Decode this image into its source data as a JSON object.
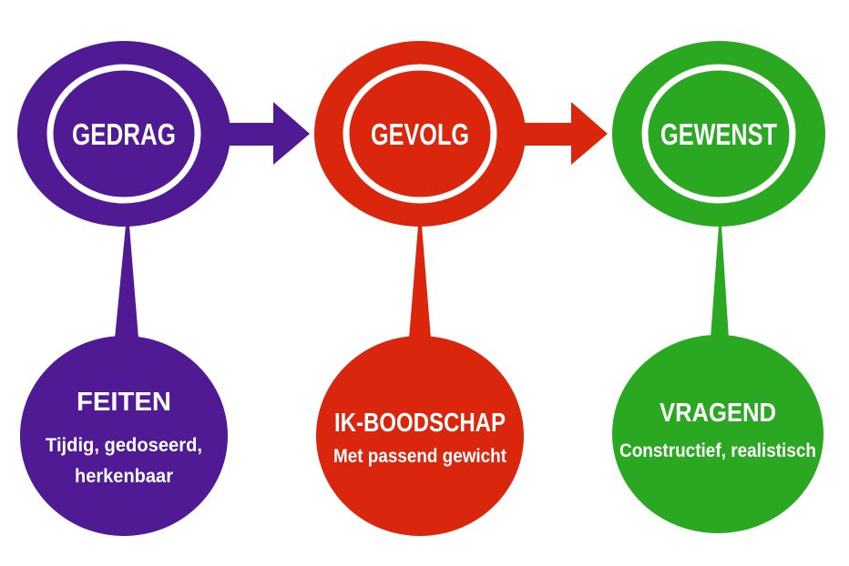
{
  "colors": {
    "purple": "#4f1a94",
    "red": "#d9260c",
    "green": "#2aa822"
  },
  "top": [
    {
      "label": "GEDRAG"
    },
    {
      "label": "GEVOLG"
    },
    {
      "label": "GEWENST"
    }
  ],
  "bottom": [
    {
      "title": "FEITEN",
      "lines": [
        "Tijdig, gedoseerd,",
        "herkenbaar"
      ]
    },
    {
      "title": "IK-BOODSCHAP",
      "lines": [
        "Met passend gewicht"
      ]
    },
    {
      "title": "VRAGEND",
      "lines": [
        "Constructief, realistisch"
      ]
    }
  ]
}
